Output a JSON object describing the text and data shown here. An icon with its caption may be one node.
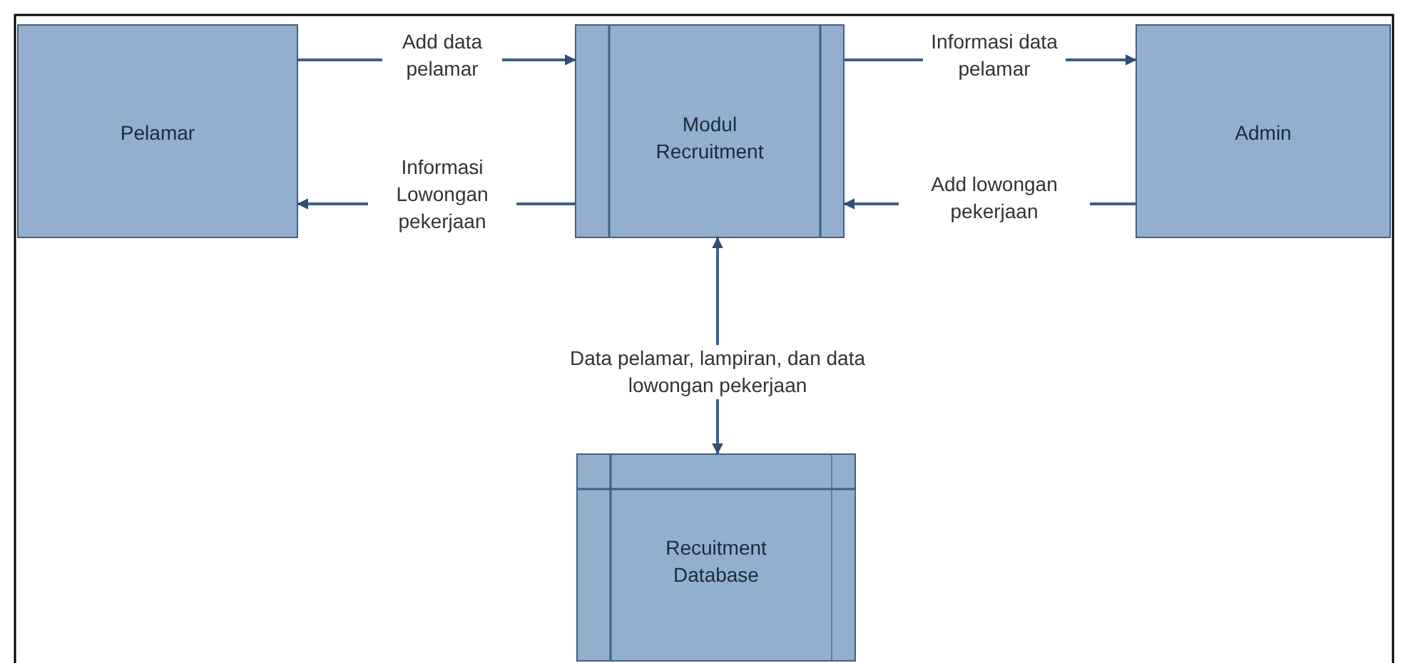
{
  "diagram": {
    "nodes": [
      {
        "text": [
          "Pelamar"
        ]
      },
      {
        "text": [
          "Modul Recruitment"
        ]
      },
      {
        "text": [
          "Admin"
        ]
      },
      {
        "text": [
          "Recuitment Database"
        ]
      }
    ],
    "edges": [
      {
        "from": 0,
        "to": 1,
        "arrow": "to",
        "label": "Add data pelamar"
      },
      {
        "from": 1,
        "to": 0,
        "arrow": "to",
        "label": "Informasi Lowongan pekerjaan"
      },
      {
        "from": 1,
        "to": 2,
        "arrow": "to",
        "label": "Informasi data pelamar"
      },
      {
        "from": 2,
        "to": 1,
        "arrow": "to",
        "label": "Add lowongan pekerjaan"
      },
      {
        "from": 1,
        "to": 3,
        "arrow": "both",
        "label": "Data pelamar, lampiran, dan data lowongan pekerjaan"
      }
    ]
  }
}
